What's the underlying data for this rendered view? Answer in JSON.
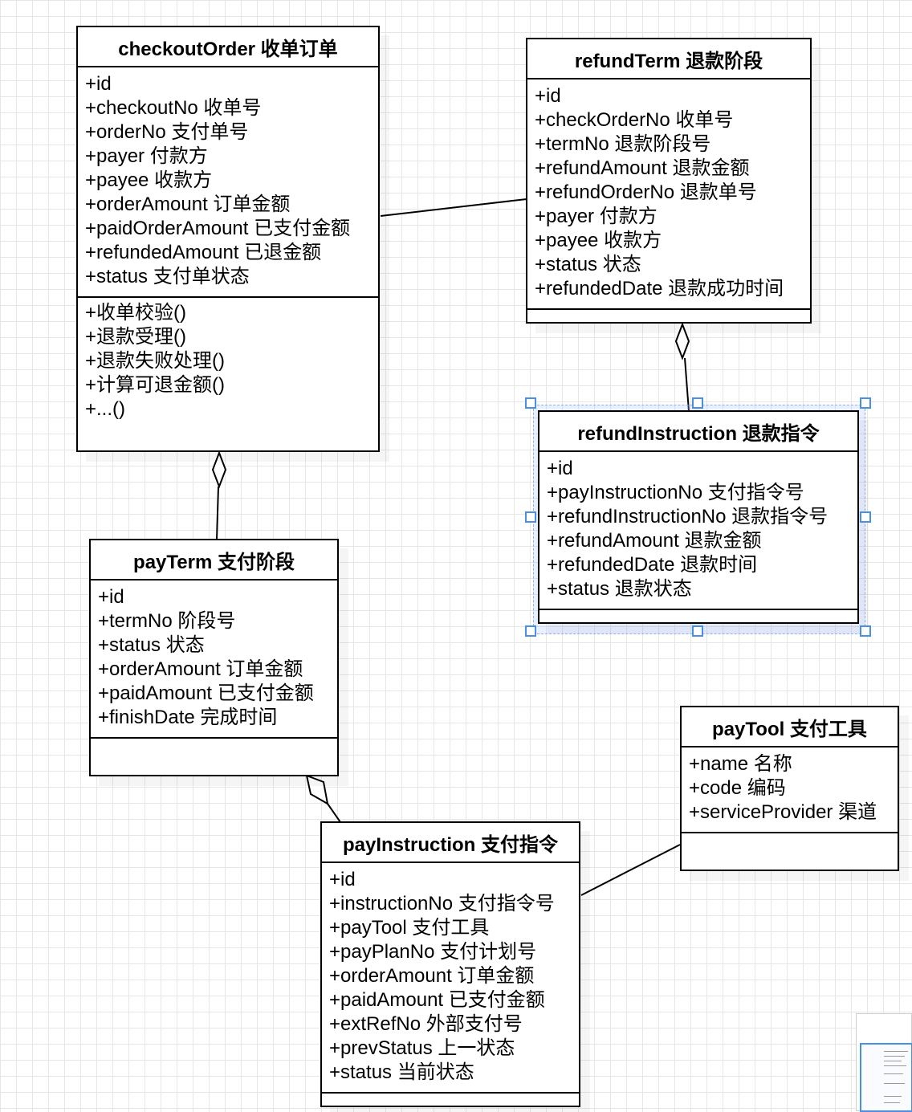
{
  "classes": {
    "checkoutOrder": {
      "title": "checkoutOrder 收单订单",
      "attributes": [
        "+id",
        "+checkoutNo 收单号",
        "+orderNo 支付单号",
        "+payer 付款方",
        "+payee 收款方",
        "+orderAmount 订单金额",
        "+paidOrderAmount 已支付金额",
        "+refundedAmount 已退金额",
        "+status 支付单状态"
      ],
      "operations": [
        "+收单校验()",
        "+退款受理()",
        "+退款失败处理()",
        "+计算可退金额()",
        "+...()"
      ]
    },
    "refundTerm": {
      "title": "refundTerm 退款阶段",
      "attributes": [
        "+id",
        "+checkOrderNo 收单号",
        "+termNo 退款阶段号",
        "+refundAmount 退款金额",
        "+refundOrderNo 退款单号",
        "+payer 付款方",
        "+payee 收款方",
        "+status 状态",
        "+refundedDate 退款成功时间"
      ],
      "operations": []
    },
    "refundInstruction": {
      "title": "refundInstruction 退款指令",
      "attributes": [
        "+id",
        "+payInstructionNo 支付指令号",
        "+refundInstructionNo 退款指令号",
        "+refundAmount 退款金额",
        "+refundedDate  退款时间",
        "+status 退款状态"
      ],
      "operations": []
    },
    "payTerm": {
      "title": "payTerm 支付阶段",
      "attributes": [
        "+id",
        "+termNo 阶段号",
        "+status 状态",
        "+orderAmount 订单金额",
        "+paidAmount 已支付金额",
        "+finishDate 完成时间"
      ],
      "operations": []
    },
    "payTool": {
      "title": "payTool  支付工具",
      "attributes": [
        "+name 名称",
        "+code 编码",
        "+serviceProvider 渠道"
      ],
      "operations": []
    },
    "payInstruction": {
      "title": "payInstruction 支付指令",
      "attributes": [
        "+id",
        "+instructionNo 支付指令号",
        "+payTool 支付工具",
        "+payPlanNo 支付计划号",
        "+orderAmount 订单金额",
        "+paidAmount 已支付金额",
        "+extRefNo 外部支付号",
        "+prevStatus 上一状态",
        "+status 当前状态"
      ],
      "operations": []
    }
  },
  "relations": [
    {
      "from": "checkoutOrder",
      "to": "refundTerm",
      "type": "association"
    },
    {
      "from": "refundTerm",
      "to": "refundInstruction",
      "type": "aggregation"
    },
    {
      "from": "checkoutOrder",
      "to": "payTerm",
      "type": "aggregation"
    },
    {
      "from": "payTerm",
      "to": "payInstruction",
      "type": "aggregation"
    },
    {
      "from": "payInstruction",
      "to": "payTool",
      "type": "association"
    }
  ],
  "selected": "refundInstruction",
  "colors": {
    "line": "#000000",
    "selection": "#4a90e2",
    "grid": "#e6e6e6"
  }
}
